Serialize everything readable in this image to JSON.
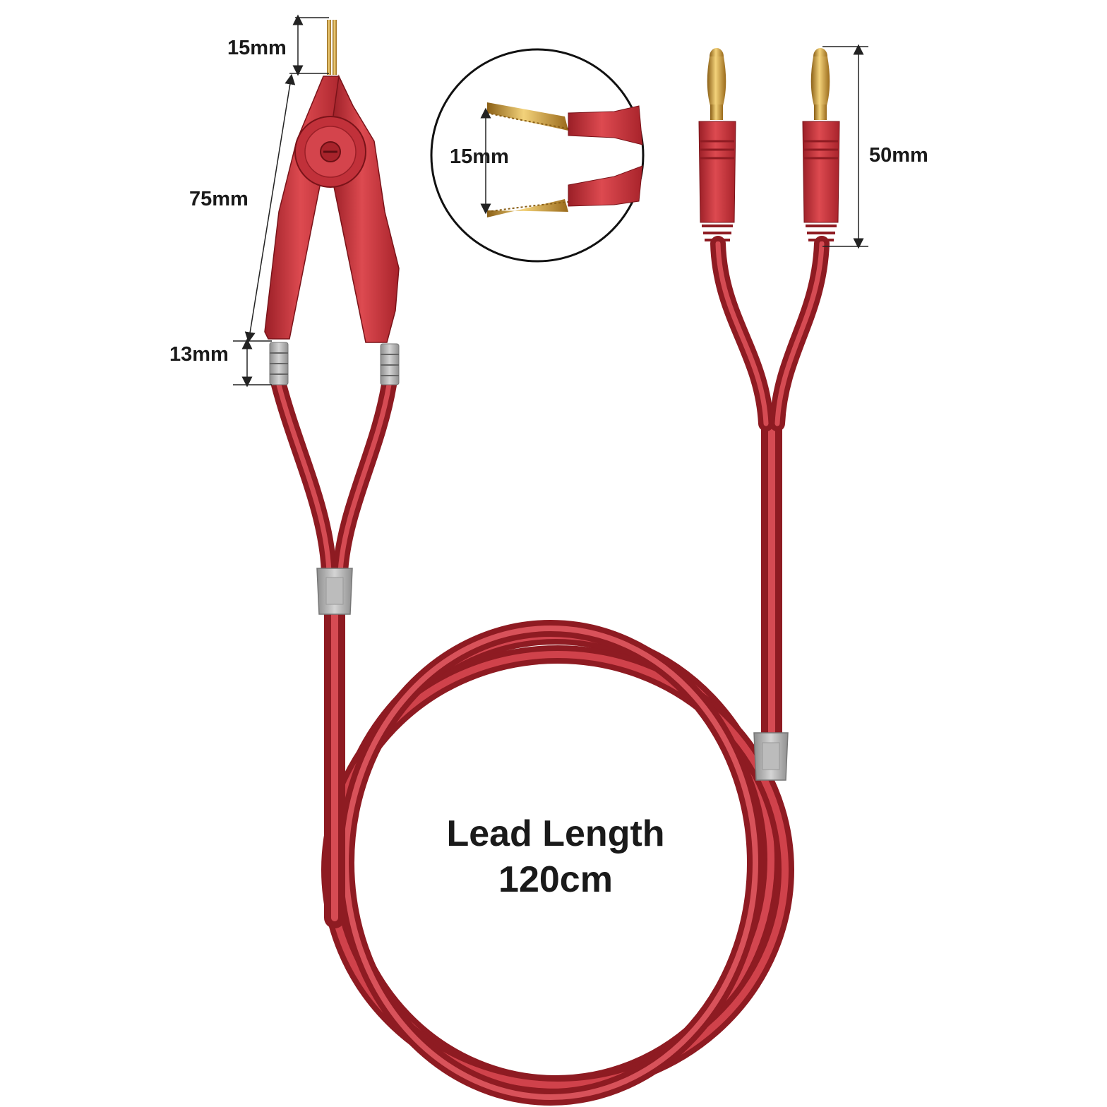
{
  "dimensions": {
    "tip_length": "15mm",
    "clip_body_length": "75mm",
    "boot_length": "13mm",
    "jaw_opening": "15mm",
    "plug_length": "50mm"
  },
  "lead": {
    "title": "Lead Length",
    "length": "120cm"
  },
  "colors": {
    "cable": "#c8323a",
    "cable_dark": "#8e1b22",
    "clip_body": "#c8303a",
    "connector_gold": "#d6a63a",
    "strain_relief_gray": "#a9a9a9",
    "text": "#1a1a1a"
  }
}
